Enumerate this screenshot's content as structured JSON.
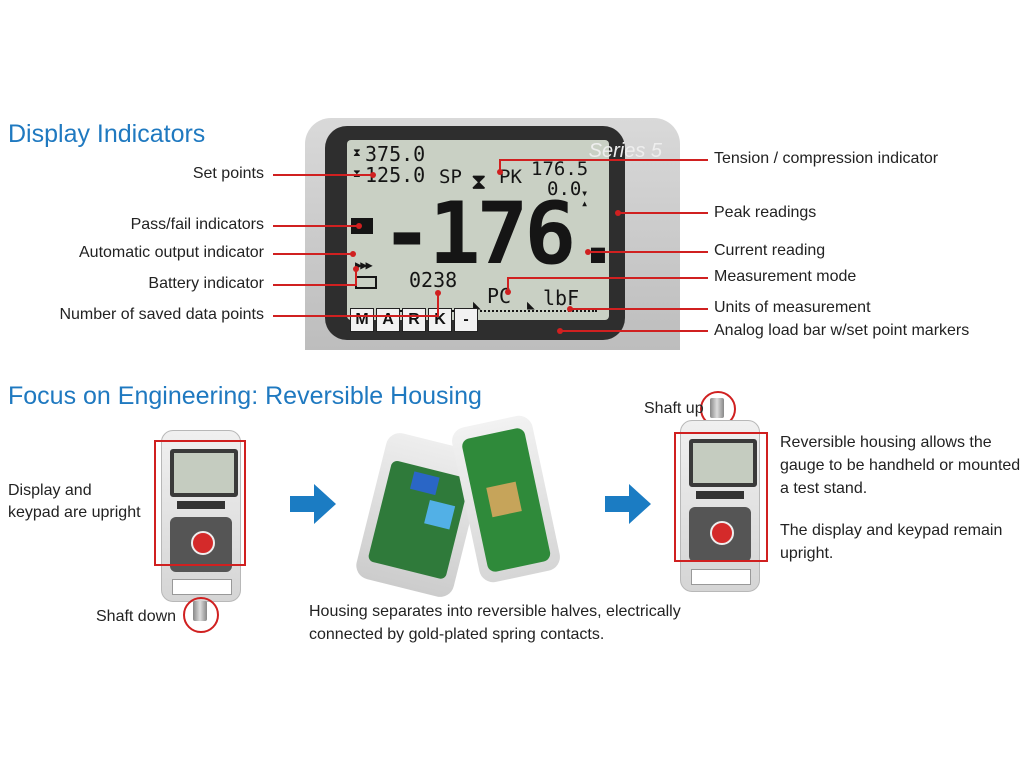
{
  "headings": {
    "display_indicators": "Display Indicators",
    "focus": "Focus on Engineering: Reversible Housing"
  },
  "left_labels": [
    "Set points",
    "Pass/fail indicators",
    "Automatic output indicator",
    "Battery indicator",
    "Number of saved data points"
  ],
  "right_labels": [
    "Tension / compression indicator",
    "Peak readings",
    "Current reading",
    "Measurement mode",
    "Units of measurement",
    "Analog load bar w/set point markers"
  ],
  "lcd": {
    "set1": "375.0",
    "set2": "125.0",
    "sp": "SP",
    "pk": "PK",
    "peak1": "176.5",
    "peak2": "0.0",
    "minus": "-",
    "reading": "176.5",
    "saved": "0238",
    "mode": "PC",
    "units": "lbF",
    "series": "Series 5",
    "brand": [
      "M",
      "A",
      "R",
      "K",
      "-"
    ]
  },
  "housing": {
    "left_caption": "Display and\nkeypad are upright",
    "shaft_down": "Shaft down",
    "middle_caption_1": "Housing separates into reversible halves, electrically",
    "middle_caption_2": "connected by gold-plated spring contacts.",
    "shaft_up": "Shaft up",
    "right_caption_1": "Reversible housing allows the",
    "right_caption_2": "gauge to be handheld or mounted to",
    "right_caption_3": "a test stand.",
    "right_caption_4": "The display and keypad remain",
    "right_caption_5": "upright."
  },
  "colors": {
    "accent_blue": "#1f79c0",
    "callout_red": "#d02020",
    "arrow_blue": "#1b7cc3"
  }
}
